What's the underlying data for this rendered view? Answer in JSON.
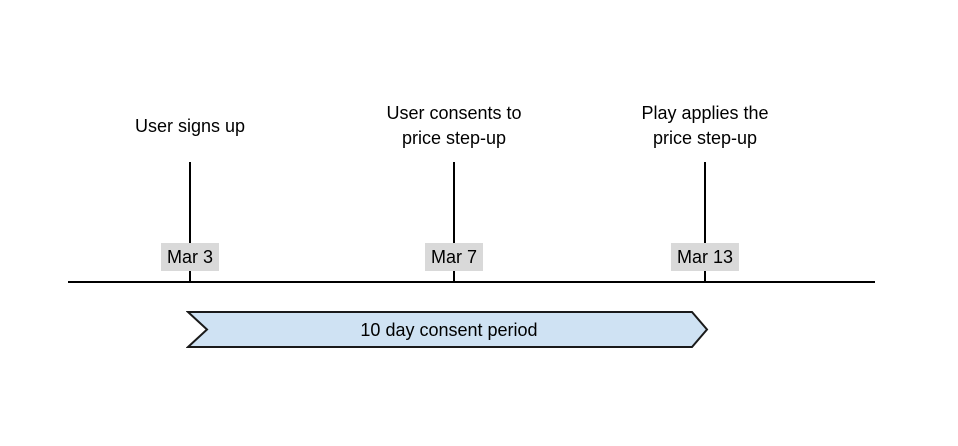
{
  "diagram": {
    "milestones": [
      {
        "title": "User signs up",
        "date": "Mar 3"
      },
      {
        "title": "User consents to\nprice step-up",
        "date": "Mar 7"
      },
      {
        "title": "Play applies the\nprice step-up",
        "date": "Mar 13"
      }
    ],
    "period_banner": {
      "label": "10 day consent period"
    },
    "colors": {
      "banner_fill": "#cfe2f3",
      "banner_border": "#1a1a1a",
      "date_label_bg": "#d9d9d9",
      "line": "#000000",
      "text": "#000000",
      "background": "#ffffff"
    }
  }
}
